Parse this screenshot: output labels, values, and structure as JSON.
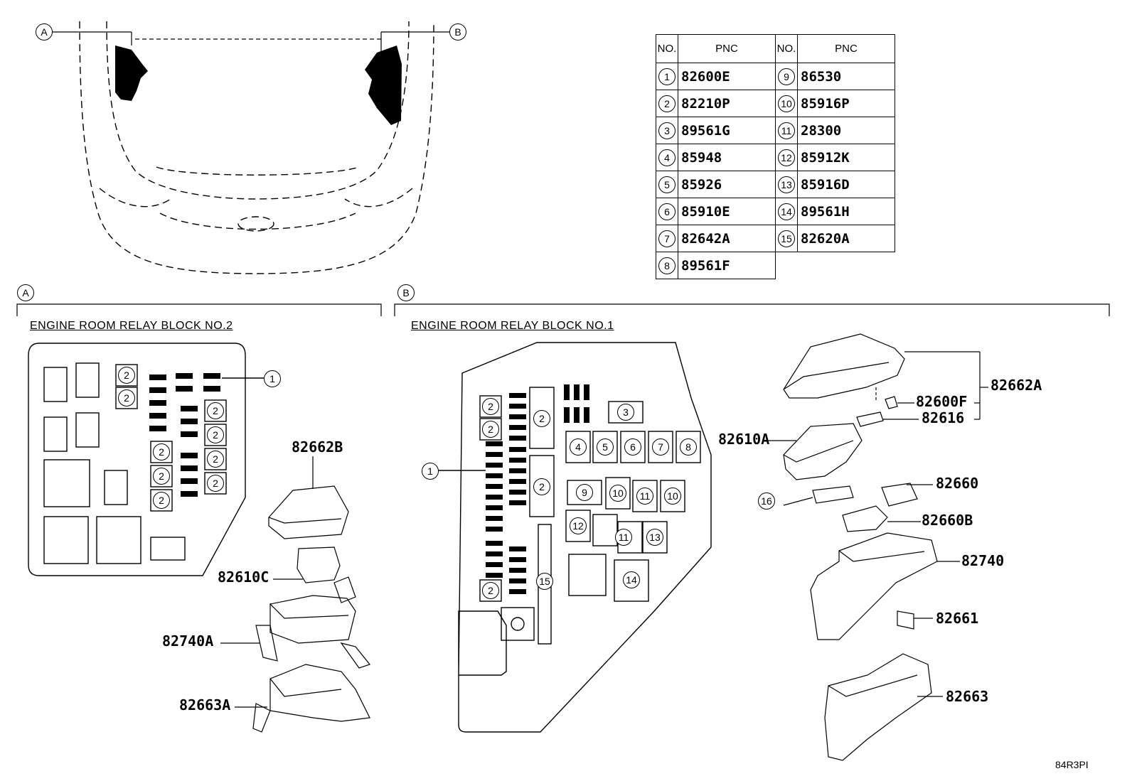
{
  "table": {
    "headers": {
      "no": "NO.",
      "pnc": "PNC"
    },
    "rows": [
      {
        "left_no": "1",
        "left_pnc": "82600E",
        "right_no": "9",
        "right_pnc": "86530"
      },
      {
        "left_no": "2",
        "left_pnc": "82210P",
        "right_no": "10",
        "right_pnc": "85916P"
      },
      {
        "left_no": "3",
        "left_pnc": "89561G",
        "right_no": "11",
        "right_pnc": "28300"
      },
      {
        "left_no": "4",
        "left_pnc": "85948",
        "right_no": "12",
        "right_pnc": "85912K"
      },
      {
        "left_no": "5",
        "left_pnc": "85926",
        "right_no": "13",
        "right_pnc": "85916D"
      },
      {
        "left_no": "6",
        "left_pnc": "85910E",
        "right_no": "14",
        "right_pnc": "89561H"
      },
      {
        "left_no": "7",
        "left_pnc": "82642A",
        "right_no": "15",
        "right_pnc": "82620A"
      },
      {
        "left_no": "8",
        "left_pnc": "89561F",
        "right_no": "",
        "right_pnc": ""
      }
    ]
  },
  "sections": {
    "a_marker": "A",
    "b_marker": "B",
    "a_title": "ENGINE ROOM RELAY BLOCK NO.2",
    "b_title": "ENGINE ROOM RELAY BLOCK NO.1"
  },
  "parts_a": {
    "cover": "82662B",
    "block": "82610C",
    "box": "82740A",
    "lower": "82663A"
  },
  "parts_b": {
    "cover": "82662A",
    "fuse": "82600F",
    "clip": "82616",
    "block": "82610A",
    "relay": "82660",
    "relay_b": "82660B",
    "box": "82740",
    "bracket": "82661",
    "lower": "82663"
  },
  "callouts": {
    "c1": "1",
    "c2": "2",
    "c3": "3",
    "c4": "4",
    "c5": "5",
    "c6": "6",
    "c7": "7",
    "c8": "8",
    "c9": "9",
    "c10": "10",
    "c11": "11",
    "c12": "12",
    "c13": "13",
    "c14": "14",
    "c15": "15",
    "c16": "16"
  },
  "diagram_code": "84R3PI"
}
